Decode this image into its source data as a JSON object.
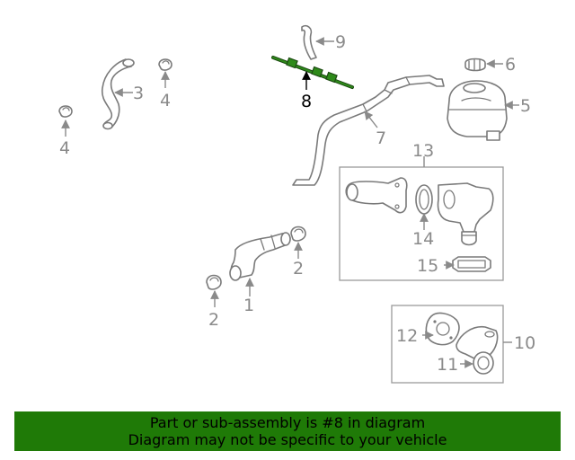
{
  "callouts": {
    "c1": "1",
    "c2a": "2",
    "c2b": "2",
    "c3": "3",
    "c4a": "4",
    "c4b": "4",
    "c5": "5",
    "c6": "6",
    "c7": "7",
    "c8": "8",
    "c9": "9",
    "c10": "10",
    "c11": "11",
    "c12": "12",
    "c13": "13",
    "c14": "14",
    "c15": "15"
  },
  "highlight": {
    "part_number": "8",
    "color": "#1f7a07"
  },
  "banner": {
    "line1": "Part or sub-assembly is #8 in diagram",
    "line2": "Diagram may not be specific to your vehicle",
    "background": "#1f7a07"
  }
}
